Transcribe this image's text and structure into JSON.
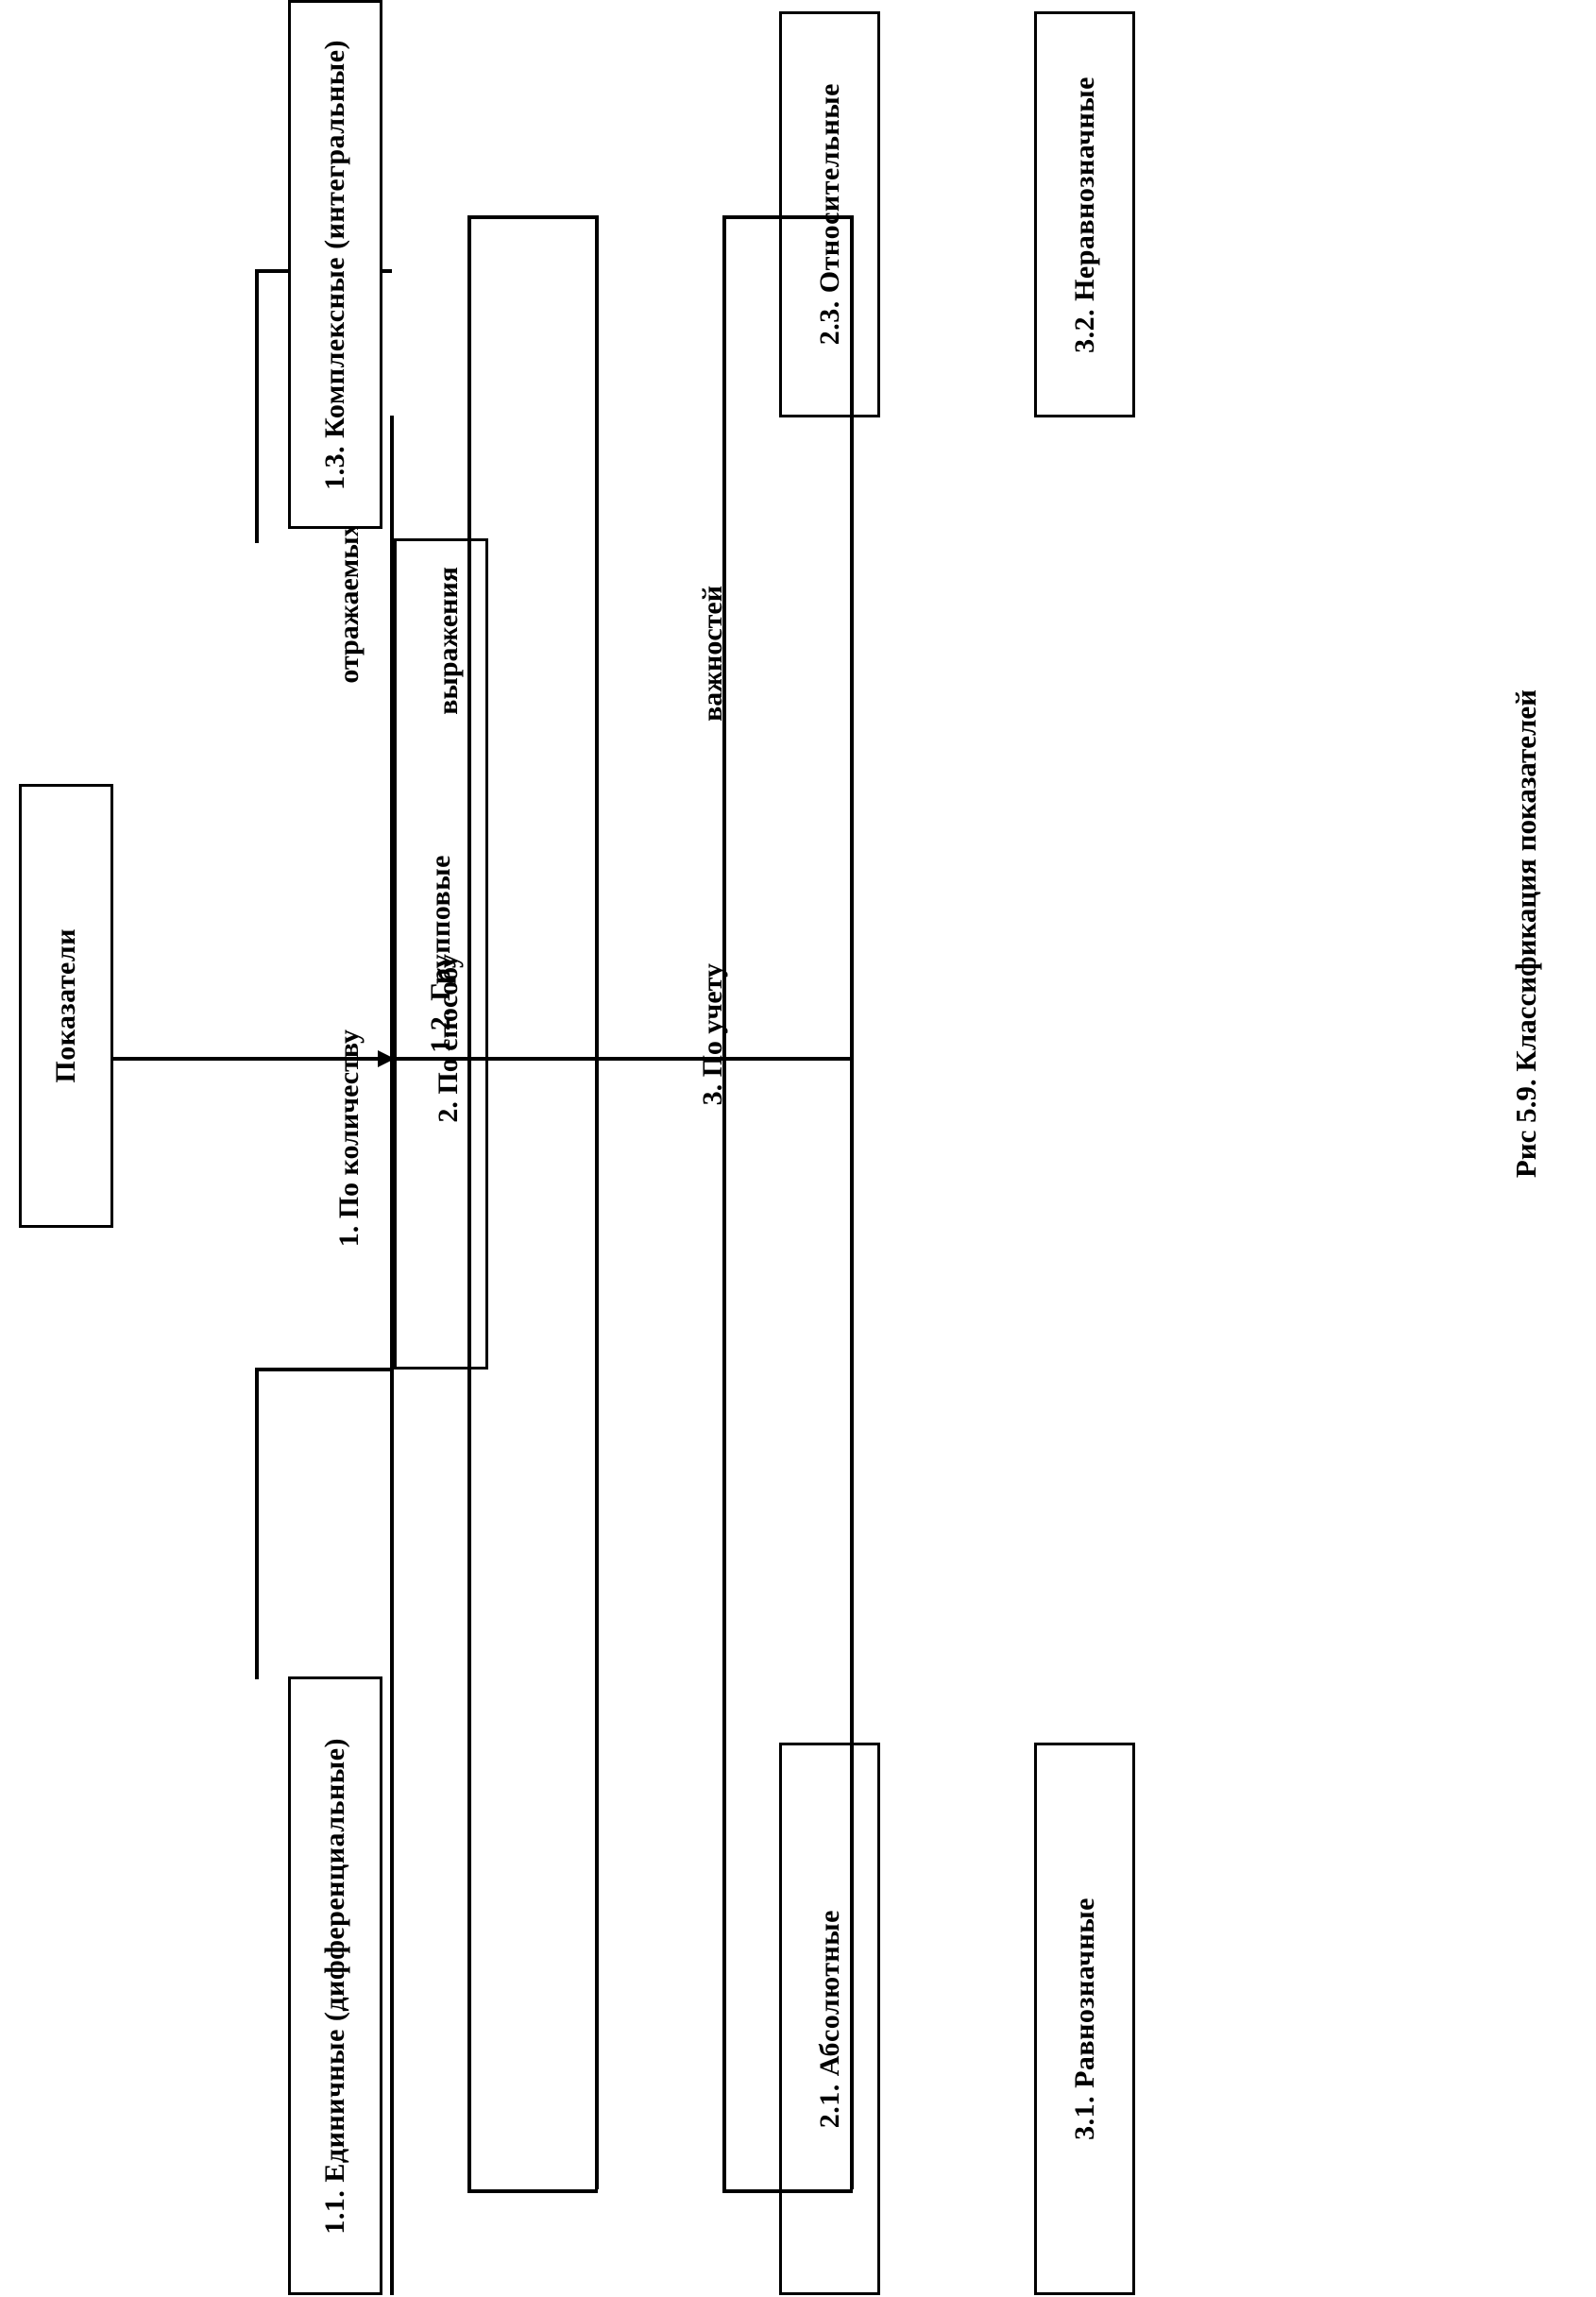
{
  "figure": {
    "caption": "Рис 5.9. Классификация показателей",
    "root_box": "Показатели"
  },
  "groups": [
    {
      "id": "group-1",
      "label_line1": "1. По    количеству",
      "label_line2": "отражаемых    свойств",
      "boxes": [
        {
          "id": "box-1-1",
          "label": "1.1. Единичные (дифференциальные)"
        },
        {
          "id": "box-1-2",
          "label": "1.2. Групповые"
        },
        {
          "id": "box-1-3",
          "label": "1.3. Комплексные (интегральные)"
        }
      ]
    },
    {
      "id": "group-2",
      "label_line1": "2. По способу",
      "label_line2": "выражения",
      "boxes": [
        {
          "id": "box-2-1",
          "label": "2.1. Абсолютные"
        },
        {
          "id": "box-2-3",
          "label": "2.3. Относительные"
        }
      ]
    },
    {
      "id": "group-3",
      "label_line1": "3. По учету",
      "label_line2": "важностей",
      "boxes": [
        {
          "id": "box-3-1",
          "label": "3.1. Равнозначные"
        },
        {
          "id": "box-3-2",
          "label": "3.2. Неравнозначные"
        }
      ]
    }
  ],
  "colors": {
    "stroke": "#000000",
    "background": "#ffffff"
  }
}
